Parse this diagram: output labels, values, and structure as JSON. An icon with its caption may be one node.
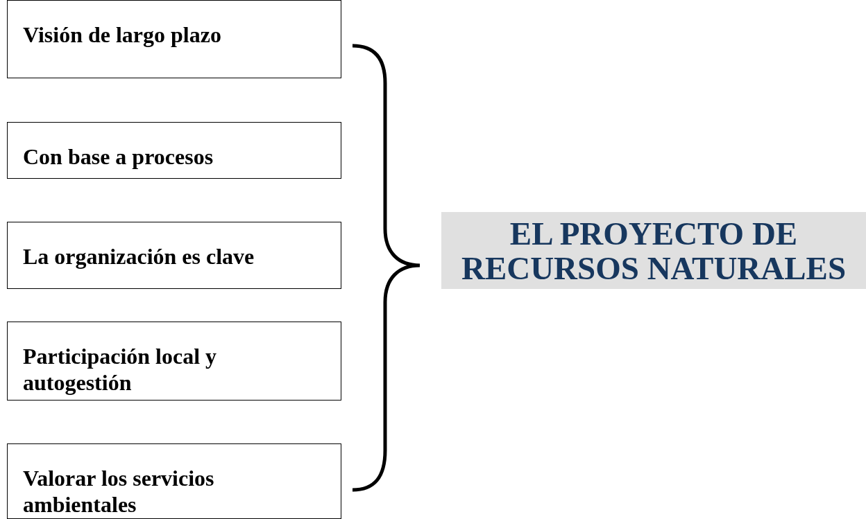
{
  "diagram": {
    "nodes": [
      {
        "text": [
          "Visión de largo plazo"
        ]
      },
      {
        "text": [
          "Con base a procesos"
        ]
      },
      {
        "text": [
          "La organización es clave"
        ]
      },
      {
        "text": [
          "Participación local y autogestión"
        ]
      },
      {
        "text": [
          "Valorar los servicios ambientales"
        ]
      },
      {
        "text": [
          "EL PROYECTO DE RECURSOS NATURALES"
        ]
      }
    ]
  }
}
